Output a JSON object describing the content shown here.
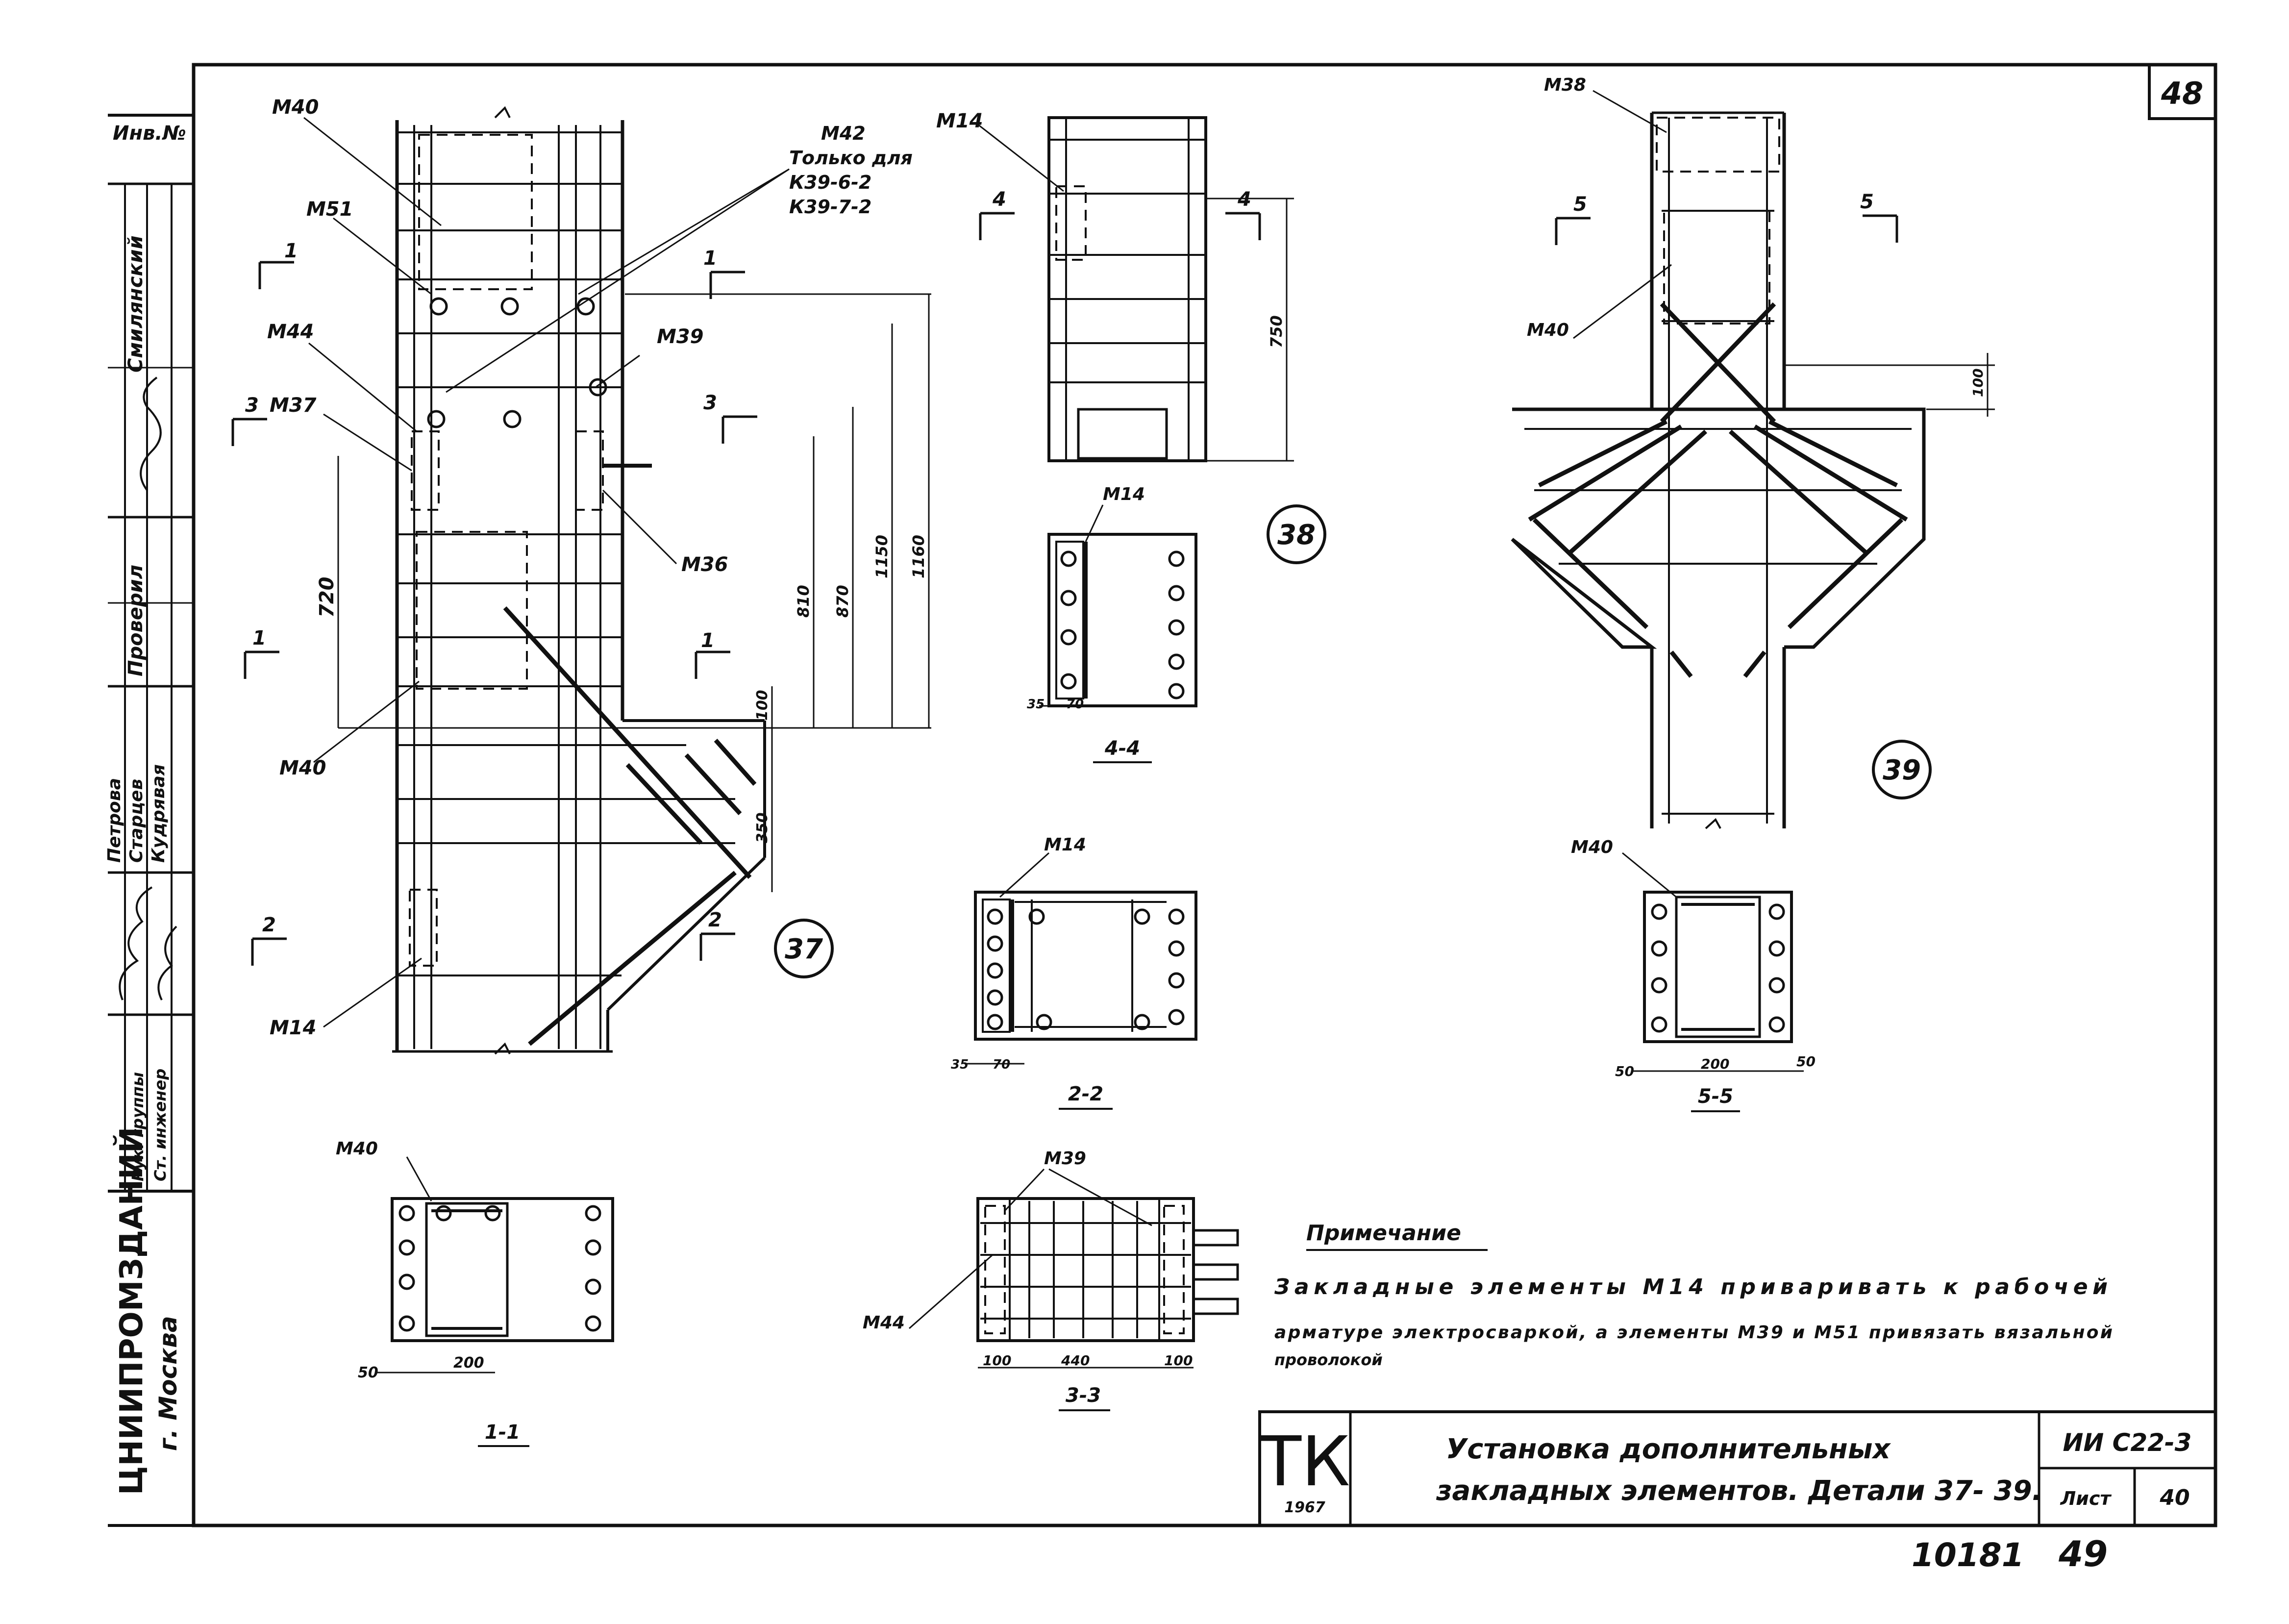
{
  "sheet": {
    "corner_number": "48",
    "bottom_numbers": {
      "left": "10181",
      "right": "49"
    }
  },
  "left_strip": {
    "inv_label": "Инв.№",
    "roles": [
      "Рук. группы",
      "Ст. инженер"
    ],
    "names": [
      "Смилянский",
      "Проверил",
      "Петрова",
      "Старцев",
      "Кудрявая"
    ],
    "org": "ЦНИИПРОМЗДАНИЙ",
    "city": "г. Москва"
  },
  "detail37": {
    "callouts": [
      "М40",
      "М51",
      "М44",
      "3",
      "М37",
      "М39",
      "М36",
      "М40",
      "М14"
    ],
    "m42_note": [
      "М42",
      "Только для",
      "К39-6-2",
      "К39-7-2"
    ],
    "dims": [
      "720",
      "810",
      "870",
      "1150",
      "1160",
      "100",
      "350"
    ],
    "section_marks": [
      "1",
      "1",
      "1",
      "1",
      "3",
      "3",
      "2",
      "2"
    ],
    "circle": "37"
  },
  "detail38": {
    "callouts": [
      "М14",
      "М14"
    ],
    "dims": [
      "750",
      "35",
      "70"
    ],
    "section_marks": [
      "4",
      "4"
    ],
    "circle": "38",
    "section_title": "4-4"
  },
  "detail39": {
    "callouts": [
      "М38",
      "М40",
      "М40"
    ],
    "dims": [
      "100",
      "50",
      "200",
      "50"
    ],
    "section_marks": [
      "5",
      "5"
    ],
    "circle": "39",
    "section_title": "5-5"
  },
  "sections": {
    "s11": {
      "callout": "М40",
      "dims": [
        "50",
        "200"
      ],
      "title": "1-1"
    },
    "s22": {
      "callout": "М14",
      "dims": [
        "35",
        "70"
      ],
      "title": "2-2"
    },
    "s33": {
      "callouts": [
        "М39",
        "М44"
      ],
      "dims": [
        "100",
        "440",
        "100"
      ],
      "title": "3-3"
    }
  },
  "note": {
    "title": "Примечание",
    "line1": "Закладные элементы М14 приваривать к рабочей",
    "line2": "арматуре электросваркой, а элементы М39 и М51 привязать вязальной",
    "line3": "проволокой"
  },
  "title_block": {
    "tk": "ТК",
    "year": "1967",
    "title_line1": "Установка дополнительных",
    "title_line2": "закладных элементов. Детали 37- 39.",
    "code": "ИИ С22-3",
    "sheet_label": "Лист",
    "sheet_no": "40"
  }
}
